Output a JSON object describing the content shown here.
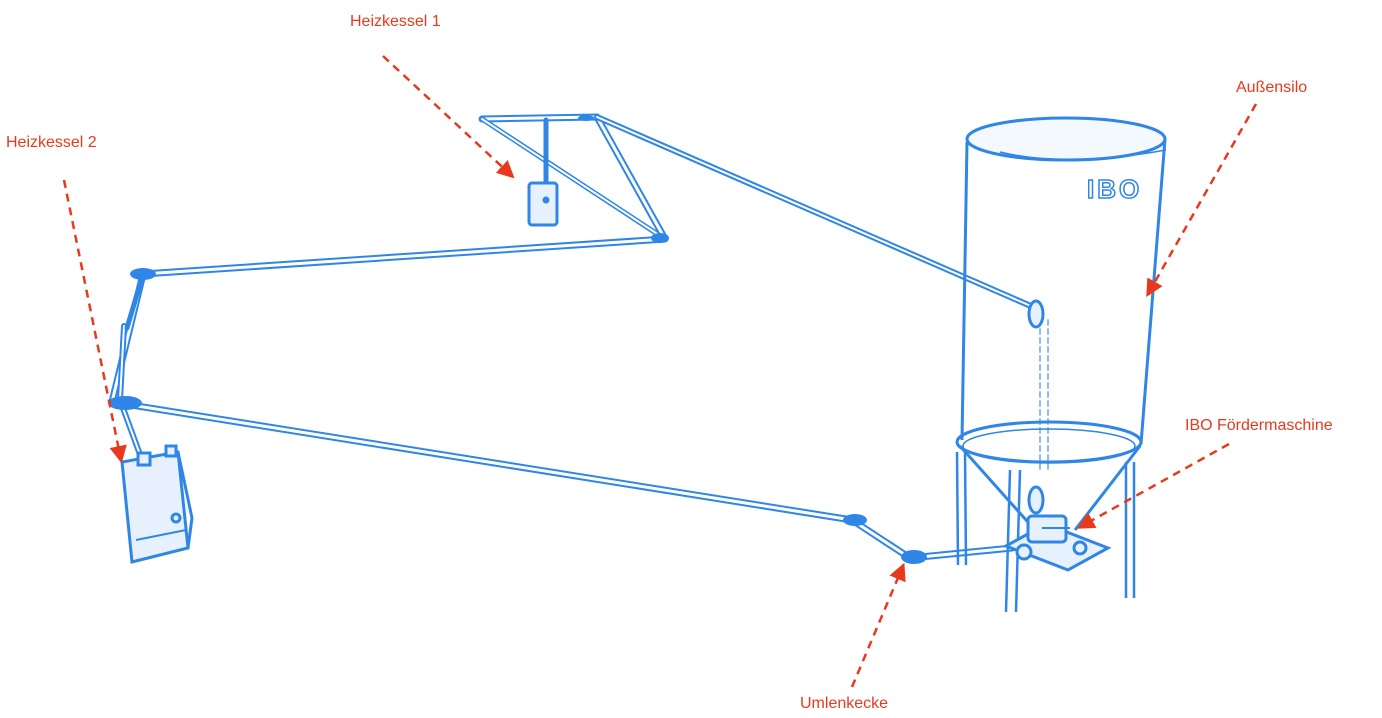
{
  "labels": {
    "heizkessel_1": "Heizkessel 1",
    "heizkessel_2": "Heizkessel 2",
    "aussensilo": "Außensilo",
    "foerdermaschine": "IBO Fördermaschine",
    "umlenkecke": "Umlenkecke"
  },
  "silo_logo": "IBO",
  "colors": {
    "drawing": "#2f86e6",
    "drawing_fill": "#e6f1fd",
    "label": "#e8391e",
    "background": "#ffffff"
  }
}
